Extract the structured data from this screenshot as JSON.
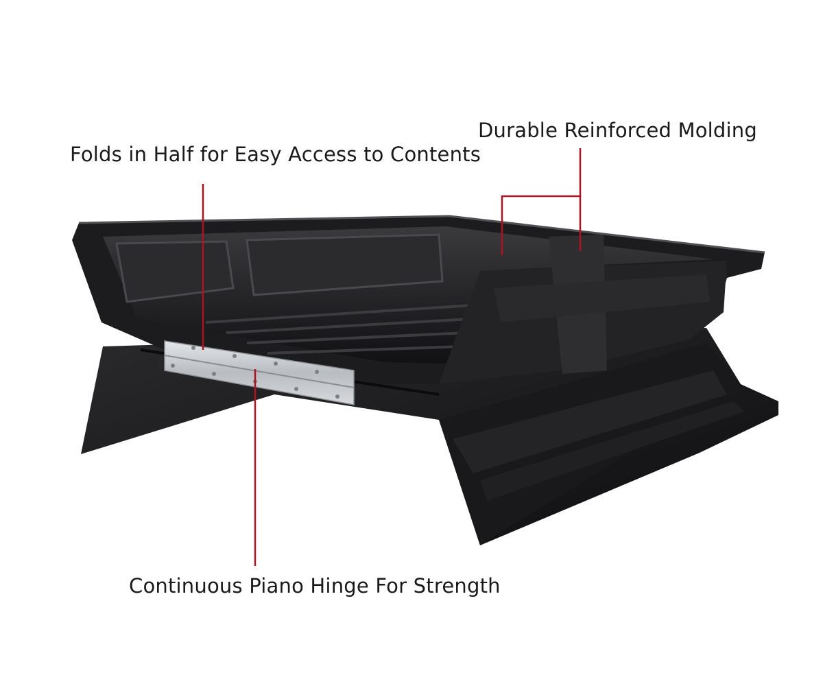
{
  "callouts": {
    "folds": "Folds in Half for Easy Access to Contents",
    "molding": "Durable Reinforced Molding",
    "hinge": "Continuous Piano Hinge For Strength"
  },
  "colors": {
    "background": "#ffffff",
    "leader_line": "#b3111f",
    "product_body": "#1c1c1e",
    "hinge_metal": "#c9ccd0",
    "label_text": "#1a1a1a"
  }
}
